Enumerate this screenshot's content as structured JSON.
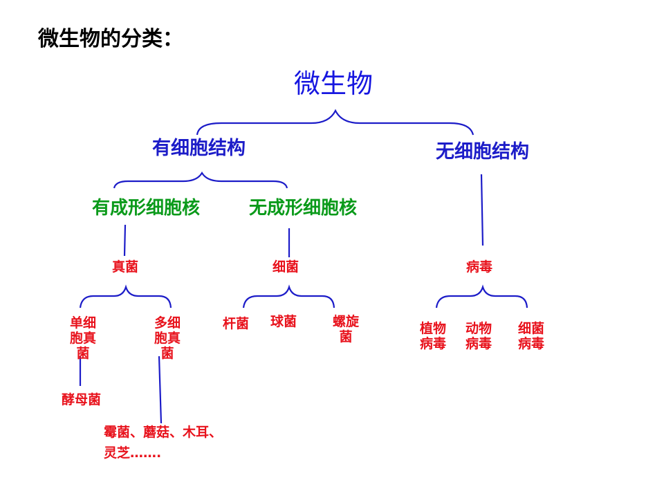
{
  "heading": "微生物的分类：",
  "root": "微生物",
  "level1": [
    "有细胞结构",
    "无细胞结构"
  ],
  "level2": [
    "有成形细胞核",
    "无成形细胞核"
  ],
  "groups": [
    "真菌",
    "细菌",
    "病毒"
  ],
  "fungi": [
    "单细胞真菌",
    "多细胞真菌"
  ],
  "bacteria": [
    "杆菌",
    "球菌",
    "螺旋菌"
  ],
  "viruses": [
    "植物病毒",
    "动物病毒",
    "细菌病毒"
  ],
  "examples": {
    "unicellular": "酵母菌",
    "multicellular": "霉菌、蘑菇、木耳、灵芝……."
  },
  "colors": {
    "connector": "#1c1cc8",
    "title": "#1616e0",
    "green": "#0a9a1a",
    "red": "#e8121c"
  }
}
